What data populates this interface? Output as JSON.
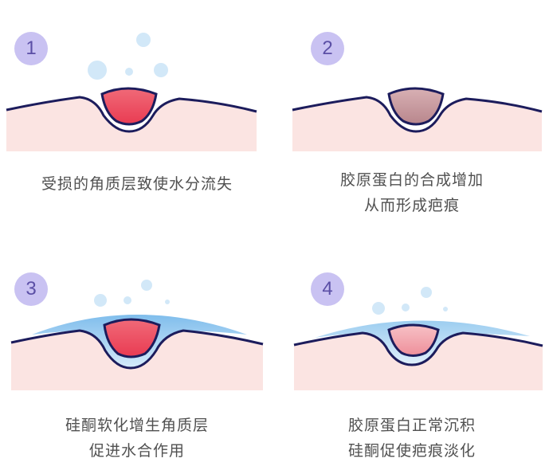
{
  "steps": [
    {
      "number": "1",
      "lines": [
        "受损的角质层致使水分流失"
      ]
    },
    {
      "number": "2",
      "lines": [
        "胶原蛋白的合成增加",
        "从而形成疤痕"
      ]
    },
    {
      "number": "3",
      "lines": [
        "硅酮软化增生角质层",
        "促进水合作用"
      ]
    },
    {
      "number": "4",
      "lines": [
        "胶原蛋白正常沉积",
        "硅酮促使疤痕淡化"
      ]
    }
  ],
  "colors": {
    "badge": "#c9c2f2",
    "skin": "#fbe4e2",
    "outline": "#1c1c5c",
    "wound": "#ee4f61",
    "scar": "#c49a9f",
    "healed": "#f2a1aa",
    "gel": "#8fc7ef",
    "bubble": "#d2e8f8"
  }
}
